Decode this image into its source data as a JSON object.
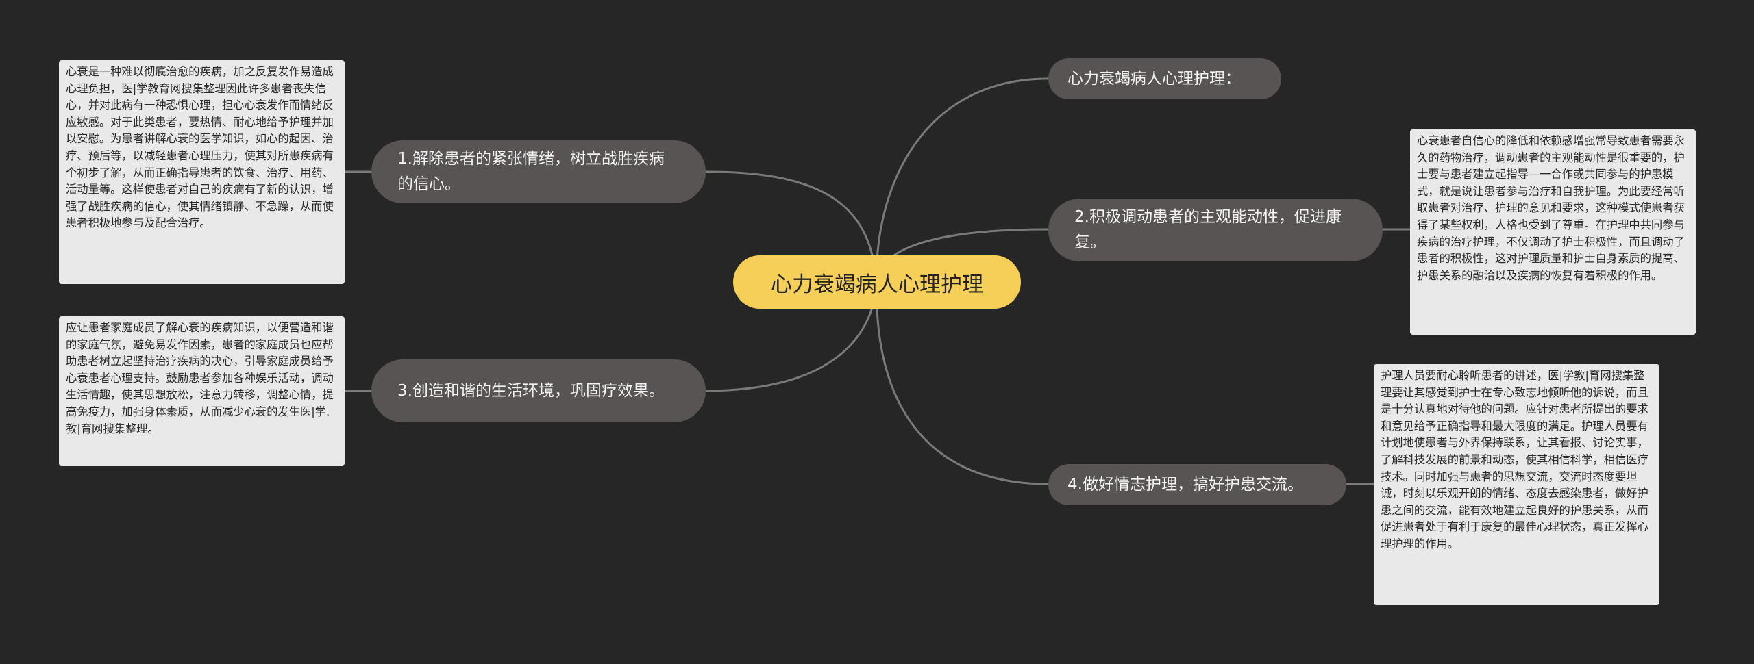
{
  "root": {
    "title": "心力衰竭病人心理护理"
  },
  "branches": {
    "b0": {
      "label": "心力衰竭病人心理护理："
    },
    "b1": {
      "label": "1.解除患者的紧张情绪，树立战胜疾病的信心。"
    },
    "b2": {
      "label": "2.积极调动患者的主观能动性，促进康复。"
    },
    "b3": {
      "label": "3.创造和谐的生活环境，巩固疗效果。"
    },
    "b4": {
      "label": "4.做好情志护理，搞好护患交流。"
    }
  },
  "notes": {
    "n1": {
      "text": "心衰是一种难以彻底治愈的疾病，加之反复发作易造成心理负担，医|学教育网搜集整理因此许多患者丧失信心，并对此病有一种恐惧心理，担心心衰发作而情绪反应敏感。对于此类患者，要热情、耐心地给予护理并加以安慰。为患者讲解心衰的医学知识，如心的起因、治疗、预后等，以减轻患者心理压力，使其对所患疾病有个初步了解，从而正确指导患者的饮食、治疗、用药、活动量等。这样使患者对自己的疾病有了新的认识，增强了战胜疾病的信心，使其情绪镇静、不急躁，从而使患者积极地参与及配合治疗。"
    },
    "n2": {
      "text": "心衰患者自信心的降低和依赖感增强常导致患者需要永久的药物治疗，调动患者的主观能动性是很重要的，护士要与患者建立起指导—一合作或共同参与的护患模式，就是说让患者参与治疗和自我护理。为此要经常听取患者对治疗、护理的意见和要求，这种模式使患者获得了某些权利，人格也受到了尊重。在护理中共同参与疾病的治疗护理，不仅调动了护士积极性，而且调动了患者的积极性，这对护理质量和护士自身素质的提高、护患关系的融洽以及疾病的恢复有着积极的作用。"
    },
    "n3": {
      "text": "应让患者家庭成员了解心衰的疾病知识，以便营造和谐的家庭气氛，避免易发作因素，患者的家庭成员也应帮助患者树立起坚持治疗疾病的决心，引导家庭成员给予心衰患者心理支持。鼓励患者参加各种娱乐活动，调动生活情趣，使其思想放松，注意力转移，调整心情，提高免疫力，加强身体素质，从而减少心衰的发生医|学.教|育网搜集整理。"
    },
    "n4": {
      "text": "护理人员要耐心聆听患者的讲述，医|学教|育网搜集整理要让其感觉到护士在专心致志地倾听他的诉说，而且是十分认真地对待他的问题。应针对患者所提出的要求和意见给予正确指导和最大限度的满足。护理人员要有计划地使患者与外界保持联系，让其看报、讨论实事，了解科技发展的前景和动态，使其相信科学，相信医疗技术。同时加强与患者的思想交流，交流时态度要坦诚，时刻以乐观开朗的情绪、态度去感染患者，做好护患之间的交流，能有效地建立起良好的护患关系，从而促进患者处于有利于康复的最佳心理状态，真正发挥心理护理的作用。"
    }
  },
  "colors": {
    "background": "#262626",
    "root": "#f5cf58",
    "branch": "#575453",
    "note": "#e9e9e9",
    "connector": "#7a7a7a"
  }
}
